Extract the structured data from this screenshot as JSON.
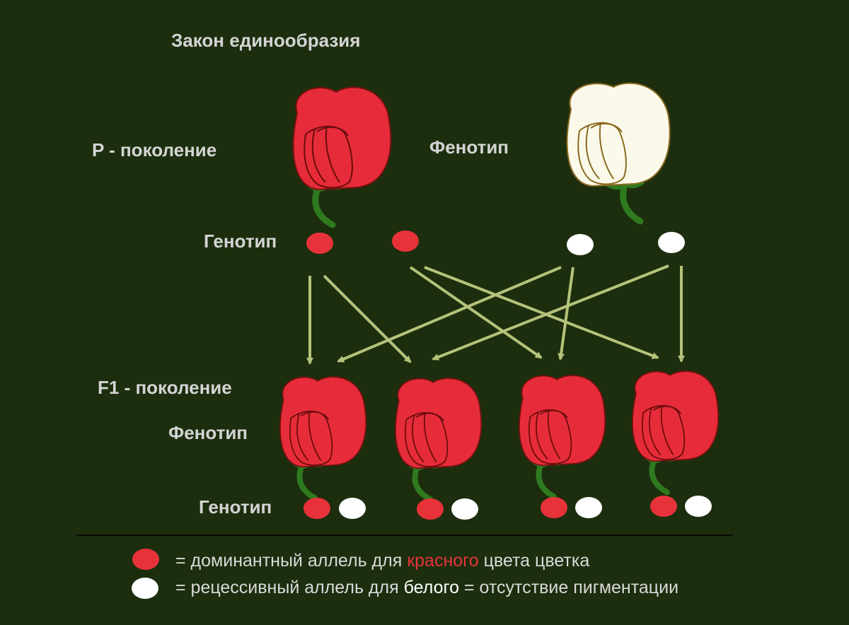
{
  "title": "Закон единообразия",
  "p_generation": {
    "label": "P - поколение",
    "phenotype_label": "Фенотип",
    "genotype_label": "Генотип"
  },
  "f1_generation": {
    "label": "F1 - поколение",
    "phenotype_label": "Фенотип",
    "genotype_label": "Генотип"
  },
  "legend": {
    "dominant": {
      "prefix": "=  доминантный аллель для ",
      "highlight": "красного",
      "suffix": " цвета цветка"
    },
    "recessive": {
      "prefix": "= рецессивный аллель для ",
      "highlight": "белого",
      "suffix": " = отсутствие пигментации"
    }
  },
  "colors": {
    "background": "#1c2e0e",
    "red_allele": "#e8323a",
    "white_allele": "#ffffff",
    "arrow": "#b5c27a",
    "stem": "#2f7a1f"
  }
}
